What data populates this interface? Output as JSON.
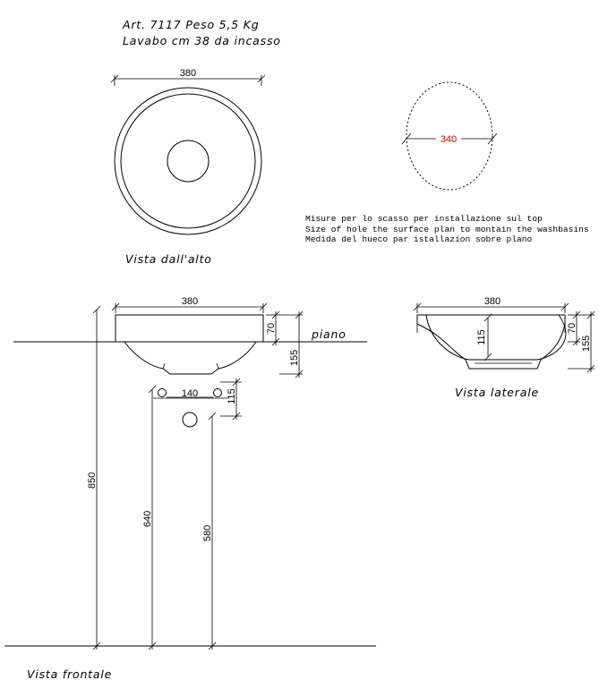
{
  "header": {
    "line1": "Art. 7117 Peso 5,5 Kg",
    "line2": "Lavabo cm 38 da incasso"
  },
  "top_view": {
    "dim_width": "380",
    "label": "Vista dall'alto"
  },
  "cutout": {
    "dim": "340",
    "dim_color": "#cc0000",
    "notes": [
      "Misure per lo scasso per installazione sul top",
      "Size of hole the surface plan to montain the washbasins",
      "Medida del hueco par istallazion sobre plano"
    ]
  },
  "front_view": {
    "dim_width": "380",
    "dim_rim": "70",
    "dim_depth": "155",
    "counter_label": "piano",
    "dim_holes": "140",
    "dim_holes_offset": "115",
    "dim_total": "850",
    "dim_640": "640",
    "dim_580": "580",
    "label": "Vista frontale"
  },
  "side_view": {
    "dim_width": "380",
    "dim_inner": "115",
    "dim_rim": "70",
    "dim_depth": "155",
    "label": "Vista laterale"
  }
}
